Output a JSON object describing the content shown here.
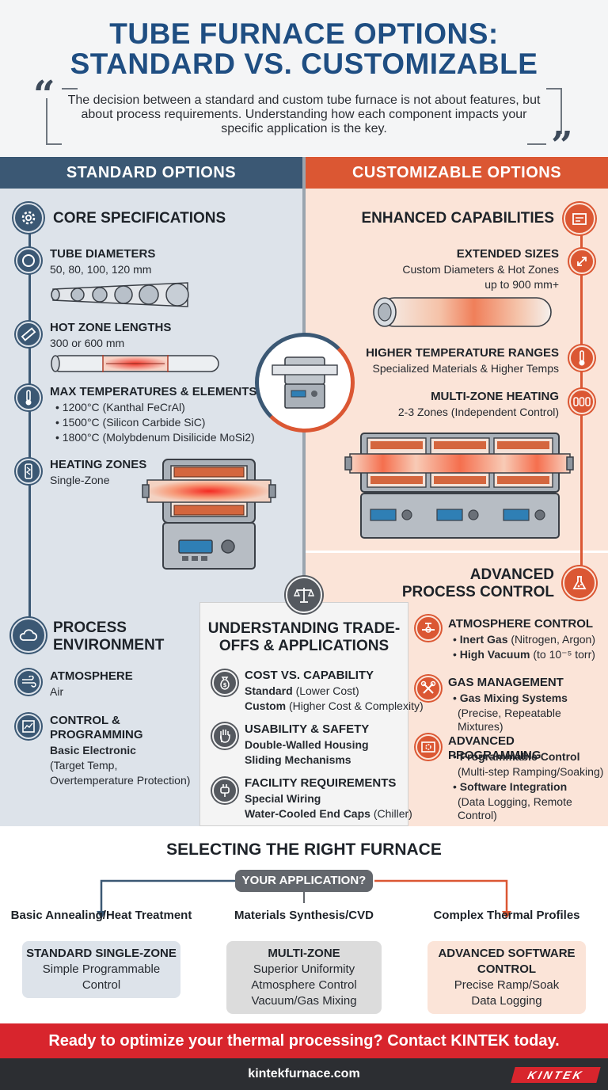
{
  "header": {
    "title_line1": "TUBE FURNACE OPTIONS:",
    "title_line2": "STANDARD VS. CUSTOMIZABLE",
    "quote": "The decision between a standard and custom tube furnace is not about features, but about process requirements. Understanding how each component impacts your specific application is the key."
  },
  "bands": {
    "standard": "STANDARD OPTIONS",
    "custom": "CUSTOMIZABLE OPTIONS"
  },
  "standard": {
    "core_title": "CORE SPECIFICATIONS",
    "tube_title": "TUBE DIAMETERS",
    "tube_text": "50, 80, 100, 120 mm",
    "hotzone_title": "HOT ZONE LENGTHS",
    "hotzone_text": "300 or 600 mm",
    "maxtemp_title": "MAX TEMPERATURES & ELEMENTS",
    "maxtemp_items": [
      "1200°C (Kanthal FeCrAl)",
      "1500°C (Silicon Carbide SiC)",
      "1800°C (Molybdenum Disilicide MoSi2)"
    ],
    "zones_title": "HEATING ZONES",
    "zones_text": "Single-Zone",
    "env_title_1": "PROCESS",
    "env_title_2": "ENVIRONMENT",
    "atmos_title": "ATMOSPHERE",
    "atmos_text": "Air",
    "control_title_1": "CONTROL &",
    "control_title_2": "PROGRAMMING",
    "control_bold": "Basic Electronic",
    "control_text_1": "(Target Temp,",
    "control_text_2": "Overtemperature Protection)"
  },
  "custom": {
    "enh_title": "ENHANCED CAPABILITIES",
    "ext_title": "EXTENDED SIZES",
    "ext_text_1": "Custom Diameters & Hot Zones",
    "ext_text_2": "up to 900 mm+",
    "temp_title": "HIGHER TEMPERATURE RANGES",
    "temp_text": "Specialized Materials & Higher Temps",
    "multi_title": "MULTI-ZONE HEATING",
    "multi_text": "2-3 Zones (Independent Control)",
    "adv_title_1": "ADVANCED",
    "adv_title_2": "PROCESS CONTROL",
    "atm_title": "ATMOSPHERE CONTROL",
    "atm_1_bold": "Inert Gas",
    "atm_1_rest": " (Nitrogen, Argon)",
    "atm_2_bold": "High Vacuum",
    "atm_2_rest": " (to 10⁻⁵ torr)",
    "gas_title": "GAS MANAGEMENT",
    "gas_bold": "Gas Mixing Systems",
    "gas_text": "(Precise, Repeatable Mixtures)",
    "prog_title": "ADVANCED PROGRAMMING",
    "prog_1_bold": "Programmable Control",
    "prog_1_text": "(Multi-step Ramping/Soaking)",
    "prog_2_bold": "Software Integration",
    "prog_2_text": "(Data Logging, Remote Control)"
  },
  "tradeoffs": {
    "title_1": "UNDERSTANDING TRADE-",
    "title_2": "OFFS & APPLICATIONS",
    "cost_title": "COST VS. CAPABILITY",
    "cost_1_bold": "Standard",
    "cost_1_rest": " (Lower Cost)",
    "cost_2_bold": "Custom",
    "cost_2_rest": " (Higher Cost & Complexity)",
    "use_title": "USABILITY & SAFETY",
    "use_1": "Double-Walled Housing",
    "use_2": "Sliding Mechanisms",
    "fac_title": "FACILITY REQUIREMENTS",
    "fac_1": "Special Wiring",
    "fac_2_bold": "Water-Cooled End Caps",
    "fac_2_rest": " (Chiller)"
  },
  "selecting": {
    "title": "SELECTING THE RIGHT FURNACE",
    "question": "YOUR APPLICATION?",
    "route_left": "Basic Annealing/Heat Treatment",
    "route_mid": "Materials Synthesis/CVD",
    "route_right": "Complex Thermal Profiles",
    "box_left_title": "STANDARD SINGLE-ZONE",
    "box_left_lines": [
      "Simple Programmable",
      "Control"
    ],
    "box_mid_title": "MULTI-ZONE",
    "box_mid_lines": [
      "Superior Uniformity",
      "Atmosphere Control",
      "Vacuum/Gas Mixing"
    ],
    "box_right_title_1": "ADVANCED SOFTWARE",
    "box_right_title_2": "CONTROL",
    "box_right_lines": [
      "Precise Ramp/Soak",
      "Data Logging"
    ]
  },
  "cta": "Ready to optimize your thermal processing? Contact KINTEK today.",
  "footer": {
    "site": "kintekfurnace.com",
    "logo": "KINTEK"
  },
  "colors": {
    "title_blue": "#1f4e82",
    "standard_band": "#3b5874",
    "custom_band": "#db5733",
    "cta_red": "#d8252d"
  },
  "icons": [
    "gear-icon",
    "circle-icon",
    "ruler-icon",
    "thermometer-icon",
    "heating-element-icon",
    "cloud-icon",
    "wind-icon",
    "control-panel-icon",
    "furnace-icon",
    "arrows-diagonal-icon",
    "thermometer-icon",
    "multi-zone-icon",
    "flask-icon",
    "valve-icon",
    "tools-icon",
    "software-gear-icon",
    "scale-icon",
    "money-bag-icon",
    "hand-icon",
    "plug-icon"
  ]
}
